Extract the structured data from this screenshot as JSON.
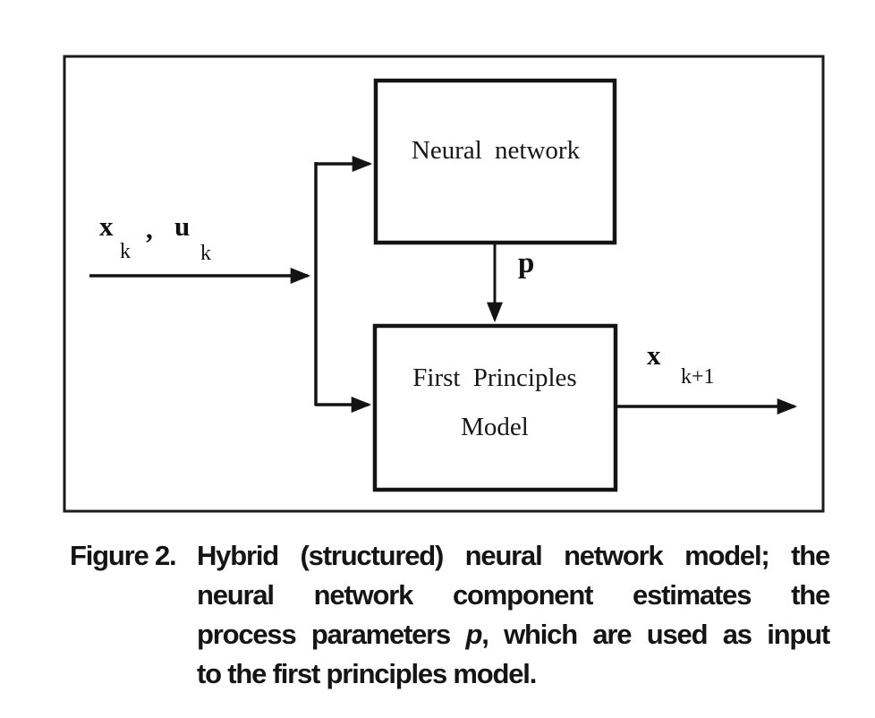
{
  "figure": {
    "neural_network_label": "Neural network",
    "first_principles_line1": "First Principles",
    "first_principles_line2": "Model",
    "input_label": {
      "x": "x",
      "x_sub": "k",
      "comma": ",",
      "u": "u",
      "u_sub": "k"
    },
    "p_label": "p",
    "output_label": {
      "x": "x",
      "sub": "k+1"
    }
  },
  "caption": {
    "figure_label": "Figure 2.",
    "line1": "Hybrid (structured) neural network model; the",
    "line2": "neural network component estimates the",
    "line3_pre": "process parameters ",
    "line3_emphasis": "p",
    "line3_post": ", which are used as input",
    "line4": "to the first principles model."
  },
  "colors": {
    "ink": "#161616",
    "background": "#ffffff"
  }
}
